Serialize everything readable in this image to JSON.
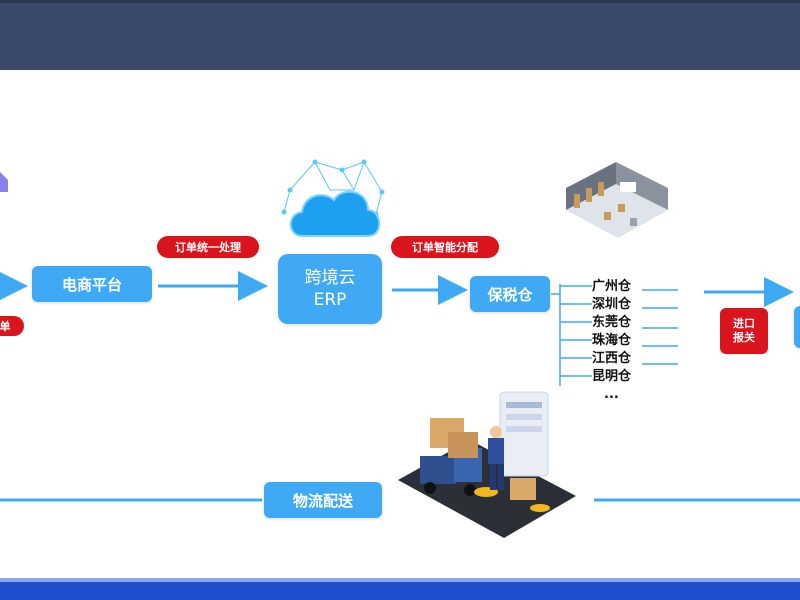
{
  "flow": {
    "platform": "电商平台",
    "erp_line1": "跨境云",
    "erp_line2": "ERP",
    "bonded": "保税仓",
    "logistics": "物流配送",
    "tag_order_process": "订单统一处理",
    "tag_order_dist": "订单智能分配",
    "tag_left_partial": "单",
    "customs_line1": "进口",
    "customs_line2": "报关"
  },
  "warehouses": [
    "广州仓",
    "深圳仓",
    "东莞仓",
    "珠海仓",
    "江西仓",
    "昆明仓",
    "..."
  ],
  "colors": {
    "node": "#3fa9f5",
    "tag": "#d9141d",
    "header": "#3b4a6a",
    "footer": "#1e4fd0"
  }
}
